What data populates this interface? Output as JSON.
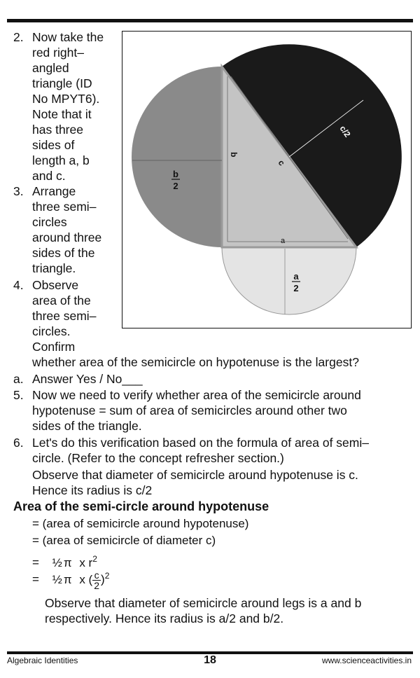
{
  "steps": {
    "s2": {
      "num": "2.",
      "lines": [
        "Now take the",
        "red right–",
        "angled",
        "triangle (ID",
        "No MPYT6).",
        "Note that it",
        "has three",
        "sides of",
        "length a, b",
        "and c."
      ]
    },
    "s3": {
      "num": "3.",
      "lines": [
        "Arrange",
        "three semi–",
        "circles",
        "around three",
        "sides of the",
        "triangle."
      ]
    },
    "s4": {
      "num": "4.",
      "lines": [
        "Observe",
        "area of the",
        "three semi–",
        "circles.",
        "Confirm",
        "whether area of the semicircle on hypotenuse is the largest?"
      ]
    },
    "sa": {
      "num": "a.",
      "text": "Answer Yes / No___"
    },
    "s5": {
      "num": "5.",
      "lines": [
        "Now we need to verify whether area of the semicircle around",
        "hypotenuse = sum of area of semicircles around other two",
        "sides of the triangle."
      ]
    },
    "s6": {
      "num": "6.",
      "lines": [
        "Let's do this verification based on the formula of area of semi–",
        "circle. (Refer to the concept refresher section.)",
        "Observe that diameter of semicircle around hypotenuse is c.",
        "Hence its radius is c/2"
      ]
    }
  },
  "heading": "Area of the semi-circle around hypotenuse",
  "equations": {
    "e1": "= (area of semicircle around hypotenuse)",
    "e2": "= (area of semicircle of diameter c)",
    "e3_eq": "=",
    "e3_half": "½",
    "e3_pi": "π",
    "e3_rest": "x r",
    "e3_exp": "2",
    "e4_eq": "=",
    "e4_half": "½",
    "e4_pi": "π",
    "e4_x": "x (",
    "e4_num": "c",
    "e4_den": "2",
    "e4_close": ")",
    "e4_exp": "2"
  },
  "closing": [
    "Observe that diameter of semicircle around legs is a and b",
    "respectively. Hence its radius is a/2 and b/2."
  ],
  "figure": {
    "label_c": "c",
    "label_b": "b",
    "label_a": "a",
    "label_c2": "c/2",
    "label_b2_num": "b",
    "label_b2_den": "2",
    "label_a2_num": "a",
    "label_a2_den": "2"
  },
  "footer": {
    "left": "Algebraic Identities",
    "page": "18",
    "right": "www.scienceactivities.in"
  }
}
